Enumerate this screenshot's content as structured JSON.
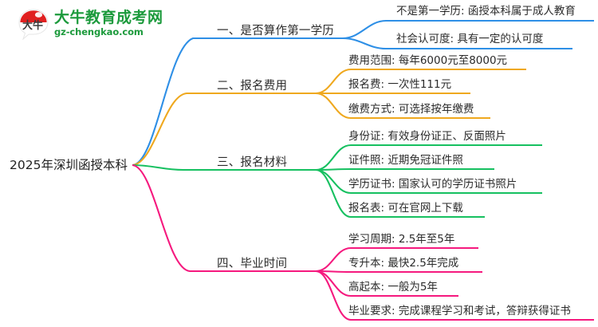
{
  "logo": {
    "badge_text": "大牛",
    "title": "大牛教育成考网",
    "subtitle": "gz-chengkao.com",
    "brand_green": "#1c9a3c",
    "badge_red": "#e02020"
  },
  "mindmap": {
    "root": {
      "label": "2025年深圳函授本科"
    },
    "branches": [
      {
        "label": "一、是否算作第一学历",
        "color": "#2e8fe6",
        "children": [
          {
            "label": "不是第一学历: 函授本科属于成人教育"
          },
          {
            "label": "社会认可度: 具有一定的认可度"
          }
        ]
      },
      {
        "label": "二、报名费用",
        "color": "#efa81e",
        "children": [
          {
            "label": "费用范围: 每年6000元至8000元"
          },
          {
            "label": "报名费: 一次性111元"
          },
          {
            "label": "缴费方式: 可选择按年缴费"
          }
        ]
      },
      {
        "label": "三、报名材料",
        "color": "#16c060",
        "children": [
          {
            "label": "身份证: 有效身份证正、反面照片"
          },
          {
            "label": "证件照: 近期免冠证件照"
          },
          {
            "label": "学历证书: 国家认可的学历证书照片"
          },
          {
            "label": "报名表: 可在官网上下载"
          }
        ]
      },
      {
        "label": "四、毕业时间",
        "color": "#f5197e",
        "children": [
          {
            "label": "学习周期: 2.5年至5年"
          },
          {
            "label": "专升本: 最快2.5年完成"
          },
          {
            "label": "高起本: 一般为5年"
          },
          {
            "label": "毕业要求: 完成课程学习和考试，答辩获得证书"
          }
        ]
      }
    ]
  }
}
